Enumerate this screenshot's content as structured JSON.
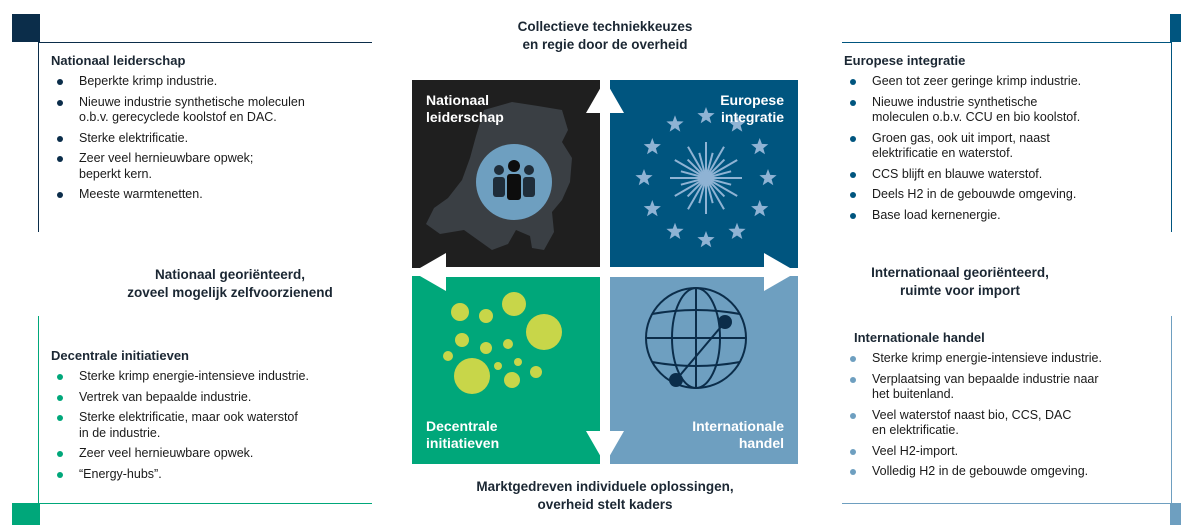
{
  "top_axis": {
    "line1": "Collectieve techniekkeuzes",
    "line2": "en regie door de overheid"
  },
  "bottom_axis": {
    "line1": "Marktgedreven individuele oplossingen,",
    "line2": "overheid stelt kaders"
  },
  "left_axis": {
    "line1": "Nationaal georiënteerd,",
    "line2": "zoveel mogelijk zelfvoorzienend"
  },
  "right_axis": {
    "line1": "Internationaal georiënteerd,",
    "line2": "ruimte voor import"
  },
  "quadrants": {
    "nationaal": {
      "line1": "Nationaal",
      "line2": "leiderschap"
    },
    "europees": {
      "line1": "Europese",
      "line2": "integratie"
    },
    "decentraal": {
      "line1": "Decentrale",
      "line2": "initiatieven"
    },
    "internationaal": {
      "line1": "Internationale",
      "line2": "handel"
    }
  },
  "panels": {
    "nationaal": {
      "title": "Nationaal leiderschap",
      "items": [
        {
          "l1": "Beperkte krimp industrie.",
          "l2": ""
        },
        {
          "l1": "Nieuwe industrie synthetische moleculen",
          "l2": "o.b.v. gerecyclede koolstof en DAC."
        },
        {
          "l1": "Sterke elektrificatie.",
          "l2": ""
        },
        {
          "l1": "Zeer veel hernieuwbare opwek;",
          "l2": "beperkt kern."
        },
        {
          "l1": "Meeste warmtenetten.",
          "l2": ""
        }
      ]
    },
    "europees": {
      "title": "Europese integratie",
      "items": [
        {
          "l1": "Geen tot zeer geringe krimp industrie.",
          "l2": ""
        },
        {
          "l1": "Nieuwe industrie synthetische",
          "l2": "moleculen o.b.v. CCU en bio koolstof."
        },
        {
          "l1": "Groen gas, ook uit import, naast",
          "l2": "elektrificatie en waterstof."
        },
        {
          "l1": "CCS blijft en blauwe waterstof.",
          "l2": ""
        },
        {
          "l1": "Deels H2 in de gebouwde omgeving.",
          "l2": ""
        },
        {
          "l1": "Base load kernenergie.",
          "l2": ""
        }
      ]
    },
    "decentraal": {
      "title": "Decentrale initiatieven",
      "items": [
        {
          "l1": "Sterke krimp energie-intensieve industrie.",
          "l2": ""
        },
        {
          "l1": "Vertrek van bepaalde industrie.",
          "l2": ""
        },
        {
          "l1": "Sterke elektrificatie, maar ook waterstof",
          "l2": "in de industrie."
        },
        {
          "l1": "Zeer veel hernieuwbare opwek.",
          "l2": ""
        },
        {
          "l1": "“Energy-hubs”.",
          "l2": ""
        }
      ]
    },
    "internationaal": {
      "title": "Internationale handel",
      "items": [
        {
          "l1": "Sterke krimp energie-intensieve industrie.",
          "l2": ""
        },
        {
          "l1": "Verplaatsing van bepaalde industrie naar",
          "l2": "het buitenland."
        },
        {
          "l1": "Veel waterstof naast bio, CCS, DAC",
          "l2": "en elektrificatie."
        },
        {
          "l1": "Veel H2-import.",
          "l2": ""
        },
        {
          "l1": "Volledig H2 in de gebouwde omgeving.",
          "l2": ""
        }
      ]
    }
  },
  "colors": {
    "dark": "#1f1f1f",
    "navy": "#0b2d4a",
    "blue": "#00557f",
    "green": "#00a77a",
    "lightblue": "#6e9fc0",
    "lime": "#c8d649"
  }
}
